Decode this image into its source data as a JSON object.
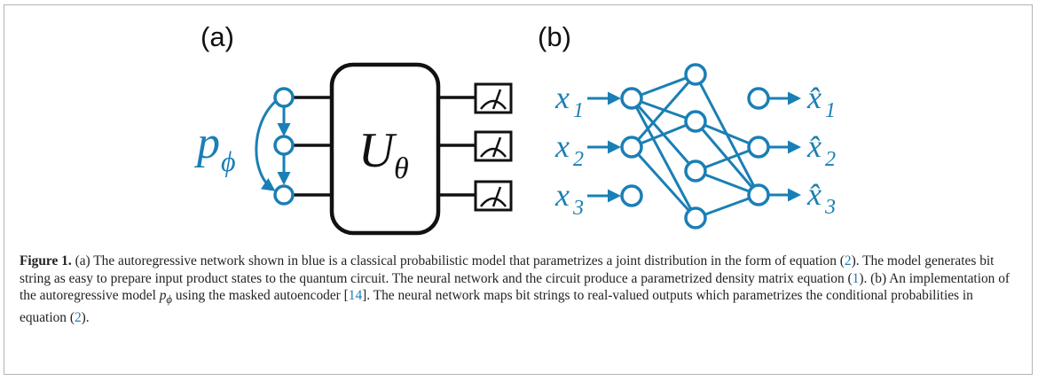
{
  "colors": {
    "accent": "#1a7fb5",
    "ink": "#111111",
    "border": "#b3b3b3"
  },
  "panels": {
    "a_label": "(a)",
    "b_label": "(b)"
  },
  "panel_a": {
    "model_label": "p",
    "model_label_sub": "ϕ",
    "unitary_label": "U",
    "unitary_label_sub": "θ",
    "num_qubits": 3,
    "meter_icon": "measurement-meter-icon"
  },
  "panel_b": {
    "inputs": [
      "x",
      "x",
      "x"
    ],
    "input_subs": [
      "1",
      "2",
      "3"
    ],
    "outputs": [
      "x̂",
      "x̂",
      "x̂"
    ],
    "output_subs": [
      "1",
      "2",
      "3"
    ]
  },
  "caption": {
    "lead": "Figure 1.",
    "t1": " (a) The autoregressive network shown in blue is a classical probabilistic model that parametrizes a joint distribution in the form of equation (",
    "ref_eq2_a": "2",
    "t2": "). The model generates bit string as easy to prepare input product states to the quantum circuit. The neural network and the circuit produce a parametrized density matrix equation (",
    "ref_eq1": "1",
    "t3": "). (b) An implementation of the autoregressive model ",
    "p_sym": "p",
    "p_sub": "ϕ",
    "t4": " using the masked autoencoder [",
    "ref_14": "14",
    "t5": "]. The neural network maps bit strings to real-valued outputs which parametrizes the conditional probabilities in equation (",
    "ref_eq2_b": "2",
    "t6": ")."
  }
}
